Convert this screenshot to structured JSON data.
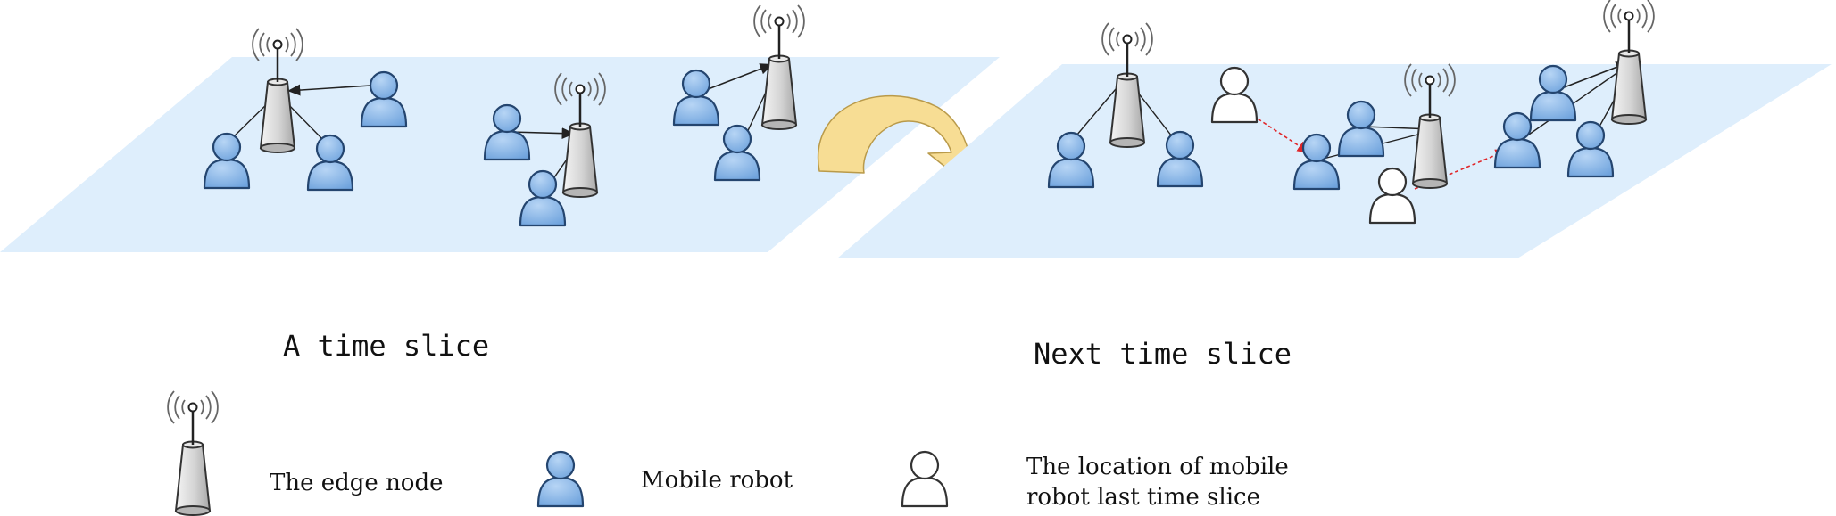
{
  "captions": {
    "left": "A time slice",
    "right": "Next time slice"
  },
  "legend": {
    "edge_node": "The edge node",
    "mobile_robot": "Mobile robot",
    "last_location_line1": "The location of mobile",
    "last_location_line2": "robot last time slice"
  },
  "icons": {
    "edge_node": "edge-node-antenna-tower-icon",
    "mobile_robot": "mobile-robot-person-icon",
    "last_location": "previous-location-person-icon",
    "transition": "curved-arrow-icon"
  },
  "colors": {
    "plane": "#deeefc",
    "robot": "#7fb2e6",
    "robot_stroke": "#2b4f7e",
    "previous_robot": "#ffffff",
    "tower": "#d6d6d6",
    "transition_arrow": "#f7dd94",
    "move_arrow": "#e0272a",
    "link_arrow": "#222222"
  }
}
